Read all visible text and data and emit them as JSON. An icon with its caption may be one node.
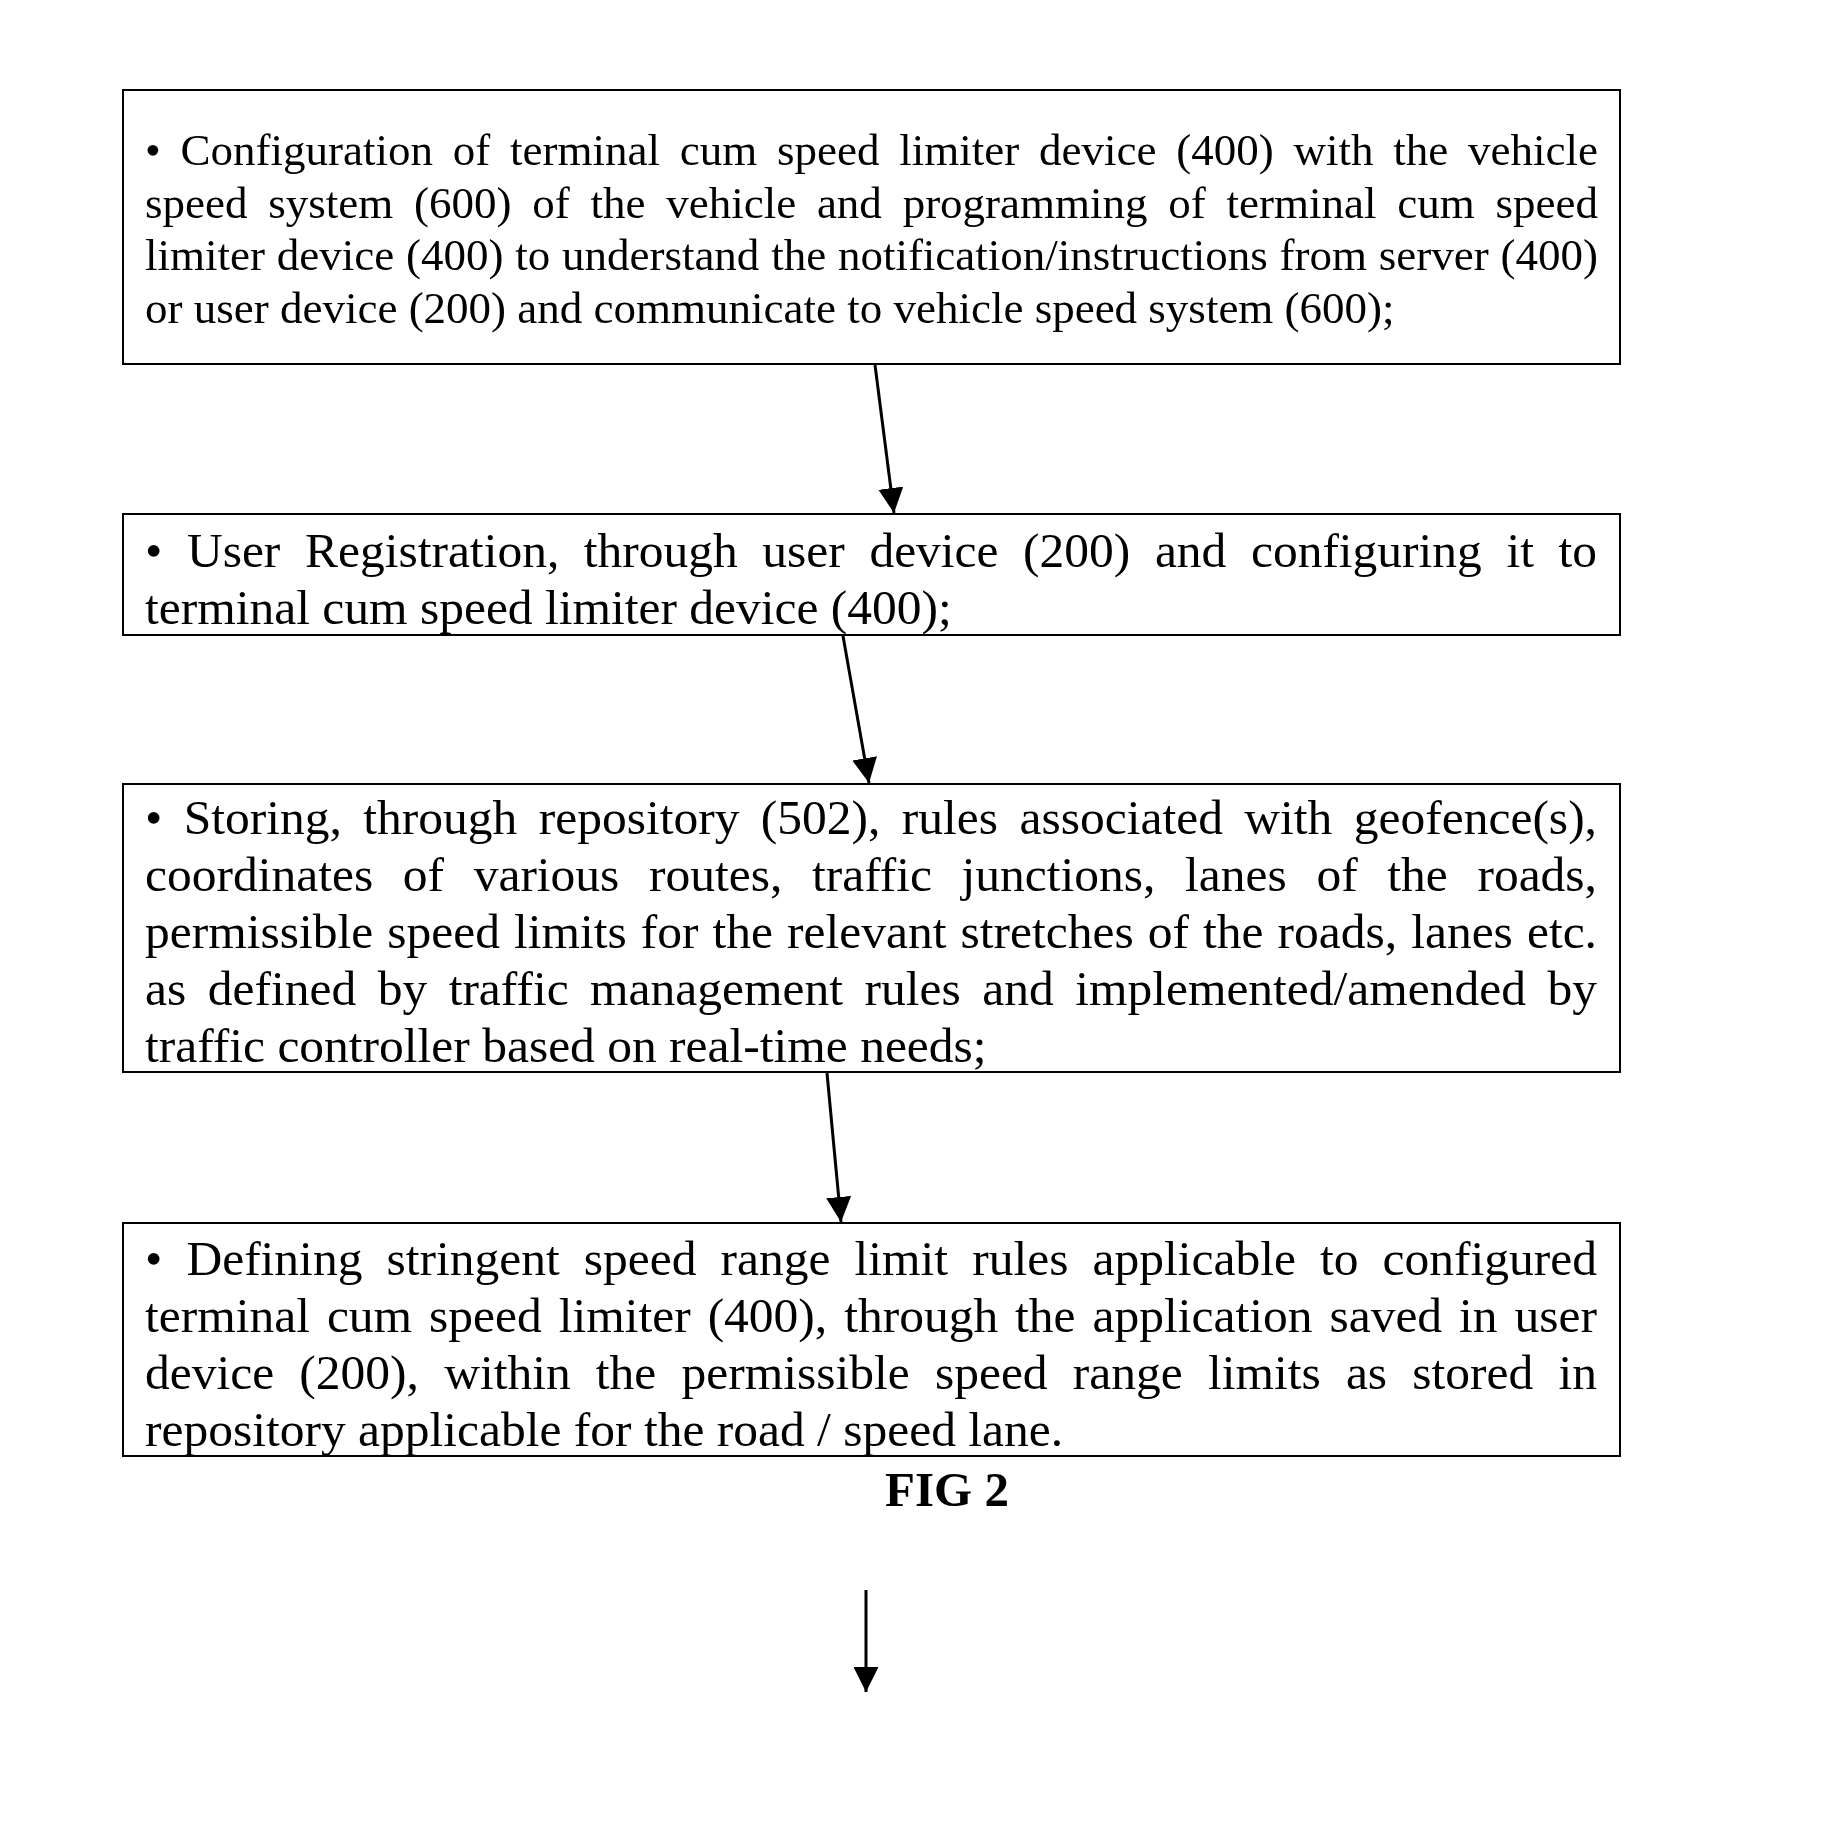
{
  "diagram": {
    "caption": "FIG 2",
    "nodes": [
      {
        "text": [
          "• Configuration of terminal cum speed limiter device (400) with the vehicle speed system (600) of the vehicle and programming of terminal cum speed limiter device (400) to understand the notification/instructions from server (400) or user device (200) and communicate to vehicle speed system (600);"
        ]
      },
      {
        "text": [
          "• User Registration, through user device (200) and configuring it to terminal cum speed limiter device (400);"
        ]
      },
      {
        "text": [
          "• Storing, through repository (502), rules associated with geofence(s), coordinates of various routes, traffic junctions, lanes of the roads, permissible speed limits for the relevant stretches of the roads, lanes etc. as defined by traffic management rules and implemented/amended by traffic controller based on real-time needs;"
        ]
      },
      {
        "text": [
          "• Defining stringent speed range limit rules applicable to configured terminal cum speed limiter (400), through the application saved in user device (200), within the permissible speed range limits as stored in repository applicable for the road / speed lane."
        ]
      }
    ],
    "edges": [
      {
        "from": 0,
        "to": 1,
        "arrow": "to"
      },
      {
        "from": 1,
        "to": 2,
        "arrow": "to"
      },
      {
        "from": 2,
        "to": 3,
        "arrow": "to"
      }
    ]
  }
}
